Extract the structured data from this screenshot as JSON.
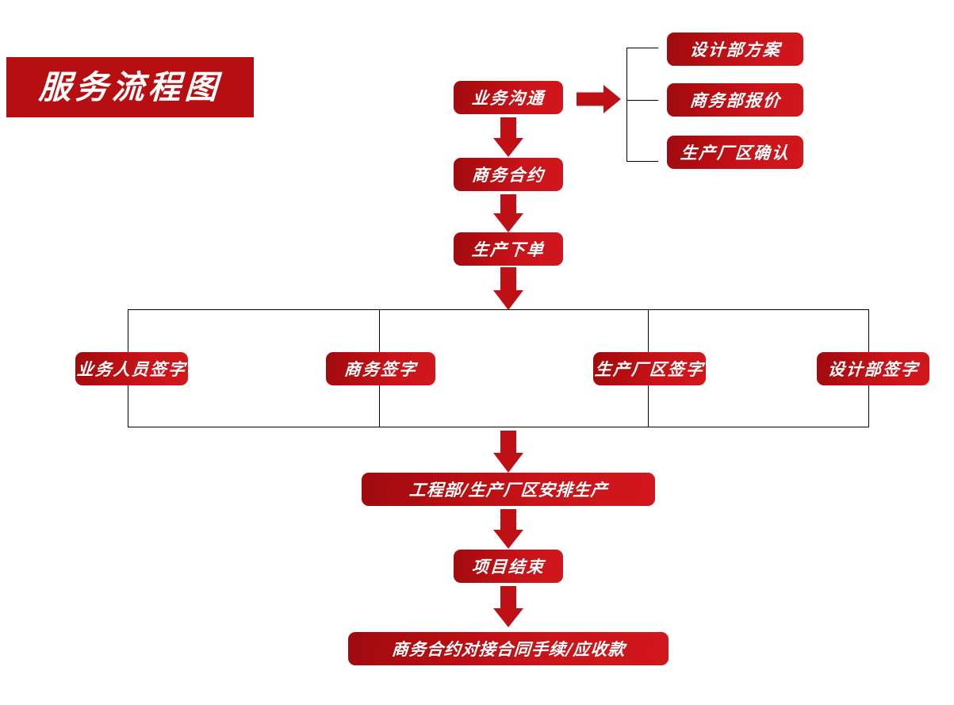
{
  "diagram": {
    "title": "服务流程图",
    "accent_color": "#b70e12",
    "node_color": "#c2121a",
    "arrow_color": "#bf1015",
    "line_color": "#000000",
    "text_color": "#ffffff"
  },
  "nodes": {
    "business_communication": "业务沟通",
    "design_dept_plan": "设计部方案",
    "business_dept_quote": "商务部报价",
    "factory_confirm": "生产厂区确认",
    "business_contract": "商务合约",
    "production_order": "生产下单",
    "sales_signature": "业务人员签字",
    "business_signature": "商务签字",
    "factory_signature": "生产厂区签字",
    "design_signature": "设计部签字",
    "engineering_arrange": "工程部/生产厂区安排生产",
    "project_end": "项目结束",
    "contract_handover": "商务合约对接合同手续/应收款"
  }
}
